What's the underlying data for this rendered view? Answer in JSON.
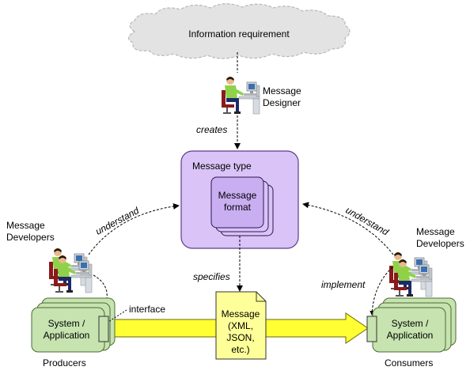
{
  "cloud": {
    "label": "Information requirement"
  },
  "designer": {
    "line1": "Message",
    "line2": "Designer",
    "icon": "person-at-computer-icon"
  },
  "edges": {
    "creates": "creates",
    "specifies": "specifies",
    "understand_left": "understand",
    "understand_right": "understand",
    "implement": "implement",
    "interface": "interface"
  },
  "message_type": {
    "label": "Message type",
    "inner_line1": "Message",
    "inner_line2": "format"
  },
  "message": {
    "line1": "Message",
    "line2": "(XML,",
    "line3": "JSON,",
    "line4": "etc.)"
  },
  "left_developers": {
    "line1": "Message",
    "line2": "Developers"
  },
  "right_developers": {
    "line1": "Message",
    "line2": "Developers"
  },
  "producer": {
    "line1": "System /",
    "line2": "Application",
    "caption": "Producers"
  },
  "consumer": {
    "line1": "System /",
    "line2": "Application",
    "caption": "Consumers"
  },
  "colors": {
    "message_type_fill": "#d9c3f7",
    "message_type_stroke": "#5b3e8c",
    "system_fill": "#c7e3b0",
    "system_stroke": "#4a6b34",
    "message_fill": "#ffff99",
    "arrow_fill": "#ffff33"
  }
}
